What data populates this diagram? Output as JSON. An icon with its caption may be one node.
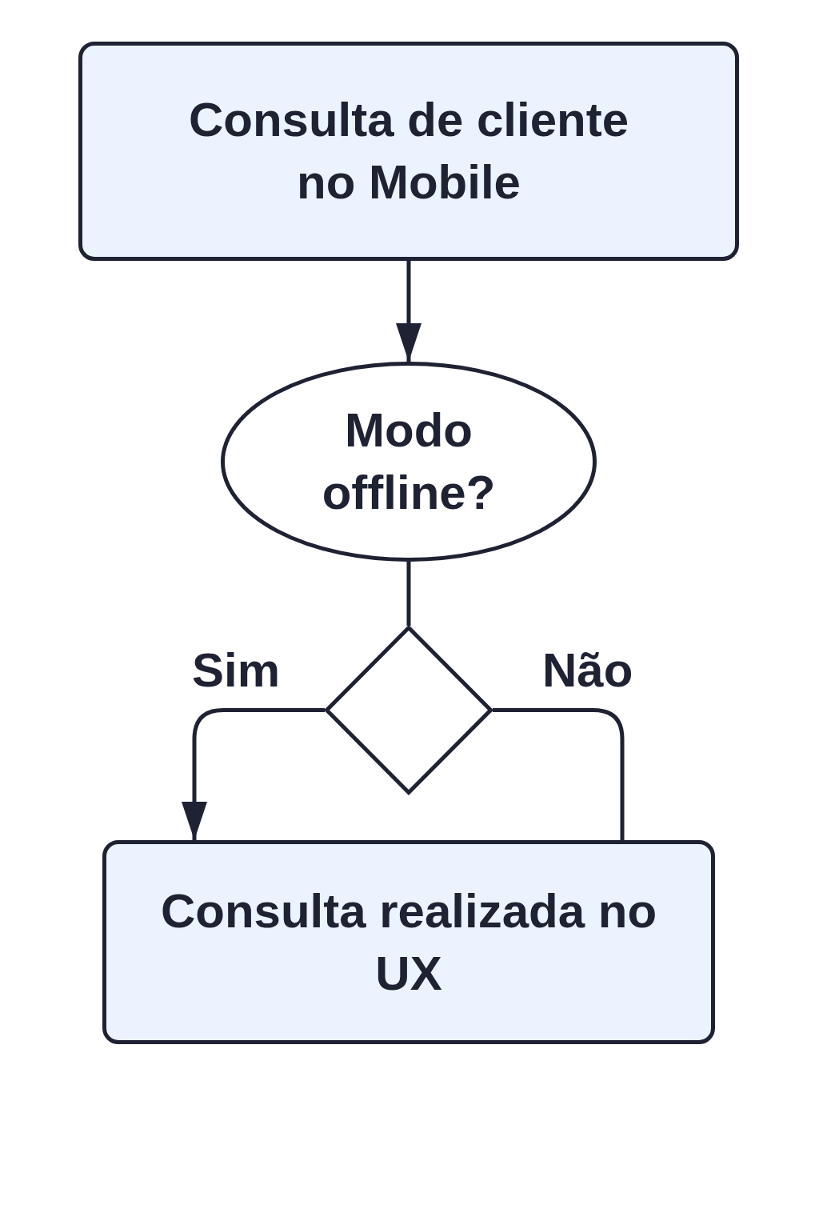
{
  "diagram": {
    "nodes": [
      {
        "text": [
          "Consulta de cliente no Mobile"
        ]
      },
      {
        "text": [
          "Modo offline?"
        ]
      },
      {
        "text": [],
        "shape": "diamond"
      },
      {
        "text": [
          "Consulta realizada no UX"
        ]
      }
    ],
    "edges": [
      {
        "from": 0,
        "to": 1,
        "arrow": "to"
      },
      {
        "from": 1,
        "to": 2,
        "arrow": "none"
      },
      {
        "from": 2,
        "to": 3,
        "arrow": "to",
        "label": "Sim"
      },
      {
        "from": 2,
        "to": 3,
        "arrow": "none",
        "label": "Não"
      }
    ]
  }
}
